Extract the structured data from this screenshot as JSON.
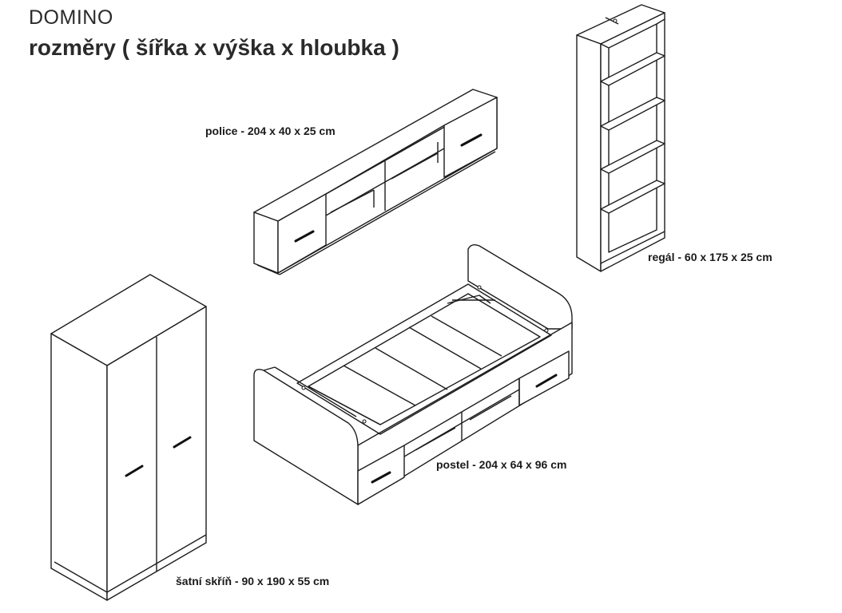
{
  "header": {
    "title": "DOMINO",
    "subtitle": "rozměry ( šířka x výška x hloubka )"
  },
  "items": {
    "police": "police - 204 x 40 x 25 cm",
    "regal": "regál - 60 x 175 x 25 cm",
    "postel": "postel - 204 x 64 x 96 cm",
    "skrin": "šatní skříň - 90 x 190 x 55 cm"
  },
  "colors": {
    "line": "#1c1c1c",
    "background": "#ffffff"
  }
}
